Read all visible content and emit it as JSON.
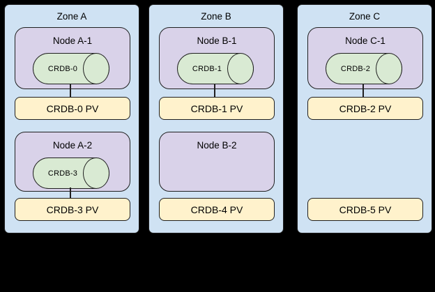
{
  "canvas": {
    "background": "#000000"
  },
  "colors": {
    "zone_fill": "#cfe2f3",
    "node_fill": "#d9d2e9",
    "pod_fill": "#d9ead3",
    "pv_fill": "#fff2cc",
    "border": "#1f1f1f",
    "text": "#000000"
  },
  "zones": [
    {
      "title": "Zone A",
      "slots": [
        {
          "node": "Node A-1",
          "pod": "CRDB-0",
          "pv": "CRDB-0 PV"
        },
        {
          "node": "Node A-2",
          "pod": "CRDB-3",
          "pv": "CRDB-3 PV"
        }
      ]
    },
    {
      "title": "Zone B",
      "slots": [
        {
          "node": "Node B-1",
          "pod": "CRDB-1",
          "pv": "CRDB-1 PV"
        },
        {
          "node": "Node B-2",
          "pv": "CRDB-4 PV"
        }
      ]
    },
    {
      "title": "Zone C",
      "slots": [
        {
          "node": "Node C-1",
          "pod": "CRDB-2",
          "pv": "CRDB-2 PV"
        },
        {
          "pv": "CRDB-5 PV"
        }
      ]
    }
  ]
}
